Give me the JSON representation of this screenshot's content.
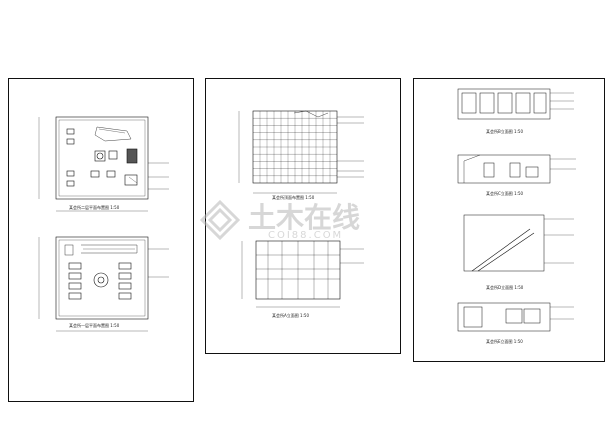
{
  "sheets": [
    {
      "captions": {
        "plan_upper": "某会所二层平面布置图 1:50",
        "plan_lower": "某会所一层平面布置图 1:50"
      }
    },
    {
      "captions": {
        "ceiling": "某会所顶面布置图 1:50",
        "elevation": "某会所A立面图 1:50"
      }
    },
    {
      "captions": {
        "elev_b": "某会所B立面图 1:50",
        "elev_c": "某会所C立面图 1:50",
        "elev_d": "某会所D立面图 1:50",
        "elev_e": "某会所E立面图 1:50"
      }
    }
  ],
  "watermark": {
    "brand": "土木在线",
    "url": "COI88.COM"
  },
  "colors": {
    "line": "#111111",
    "annotation": "#c0392b",
    "watermark": "#b8b8b8"
  }
}
